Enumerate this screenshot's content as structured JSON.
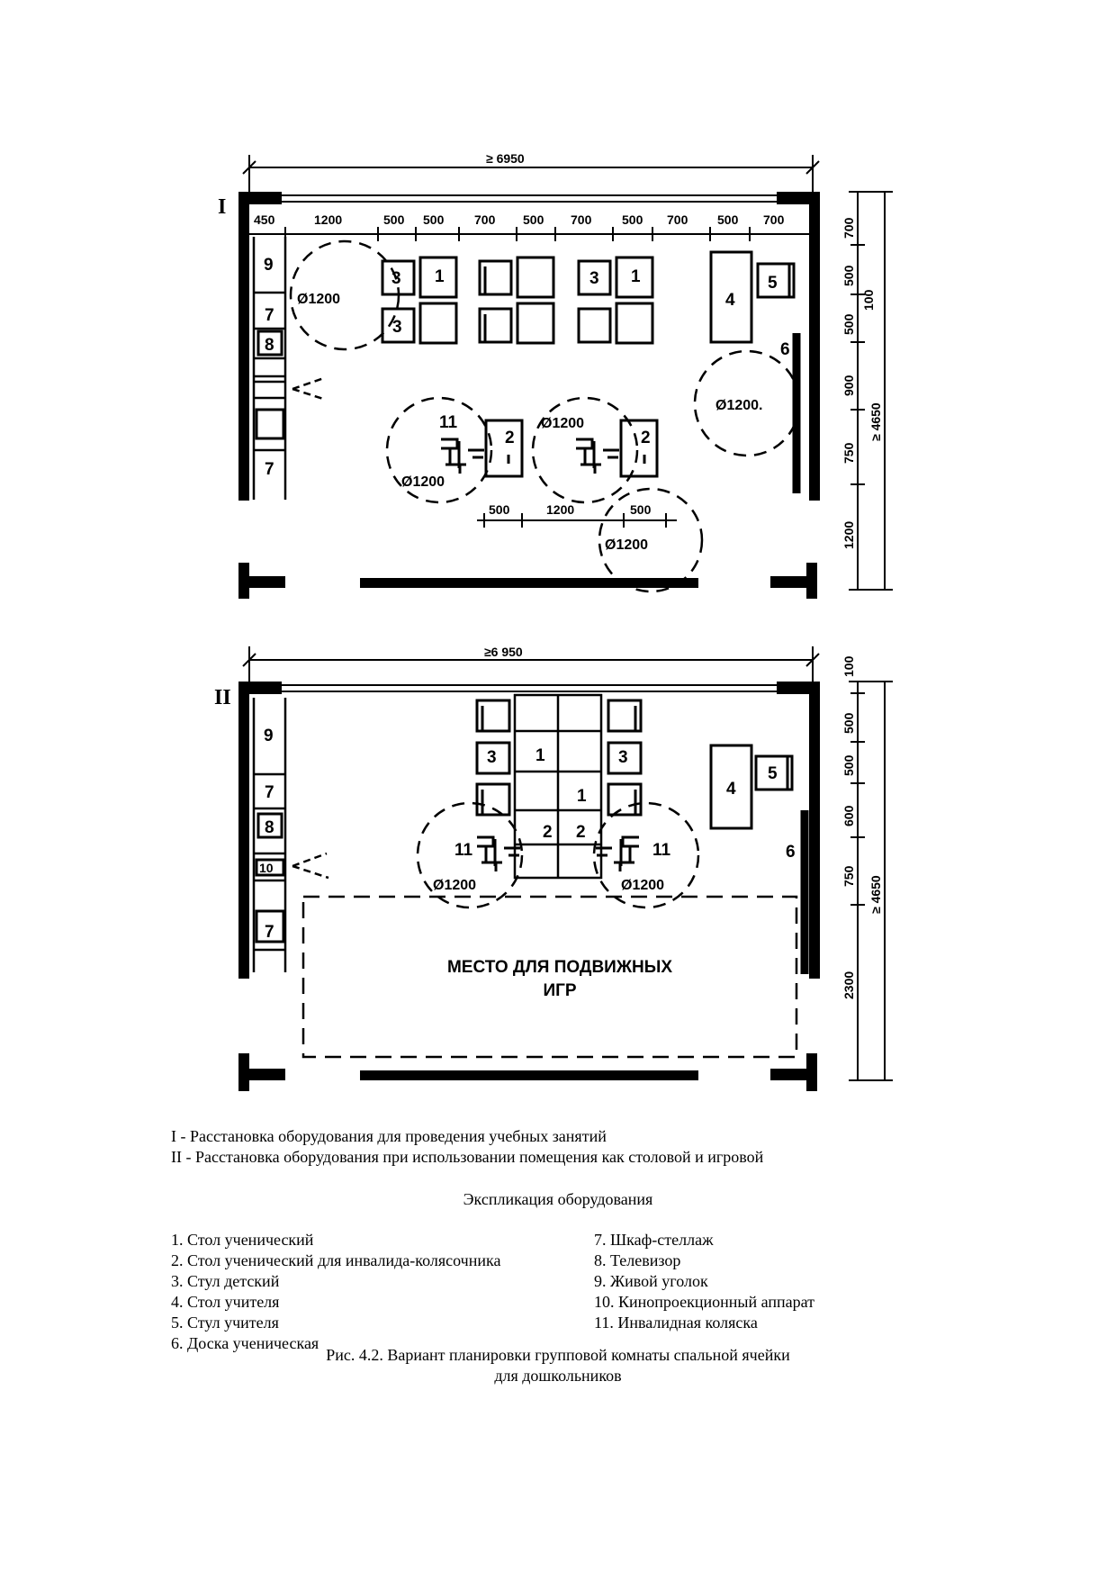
{
  "plan1": {
    "roman": "I",
    "overall_width": "≥ 6950",
    "top_dims": [
      "450",
      "1200",
      "500",
      "500",
      "700",
      "500",
      "700",
      "500",
      "700",
      "500",
      "700"
    ],
    "right_dims": [
      "700",
      "500",
      "100",
      "500",
      "900",
      "750",
      "1200"
    ],
    "overall_depth": "≥ 4650",
    "bottom_dims": [
      "500",
      "1200",
      "500"
    ],
    "circle_label": "Ø1200",
    "circle_label_alt": "Ø1200.",
    "items": [
      "9",
      "7",
      "8",
      "7",
      "3",
      "1",
      "3",
      "3",
      "1",
      "4",
      "5",
      "6",
      "11",
      "2",
      "2"
    ]
  },
  "plan2": {
    "roman": "II",
    "overall_width": "≥6 950",
    "right_dims": [
      "100",
      "500",
      "500",
      "600",
      "750",
      "2300"
    ],
    "overall_depth": "≥ 4650",
    "circle_label": "Ø1200",
    "play_area_line1": "МЕСТО ДЛЯ ПОДВИЖНЫХ",
    "play_area_line2": "ИГР",
    "items": [
      "9",
      "7",
      "8",
      "10",
      "7",
      "3",
      "1",
      "3",
      "1",
      "4",
      "5",
      "6",
      "11",
      "2",
      "2",
      "11"
    ]
  },
  "caption": {
    "line1": "I - Расстановка оборудования для проведения учебных занятий",
    "line2": "II - Расстановка оборудования при использовании помещения как столовой и игровой"
  },
  "explication": {
    "title": "Экспликация оборудования",
    "left": [
      "1. Стол ученический",
      "2. Стол ученический для инвалида-колясочника",
      "3. Стул детский",
      "4. Стол учителя",
      "5. Стул учителя",
      "6. Доска ученическая"
    ],
    "right": [
      "7. Шкаф-стеллаж",
      "8. Телевизор",
      "9. Живой уголок",
      "10. Кинопроекционный аппарат",
      "11. Инвалидная коляска"
    ]
  },
  "figure": {
    "line1": "Рис. 4.2. Вариант планировки групповой комнаты спальной ячейки",
    "line2": "для дошкольников"
  }
}
